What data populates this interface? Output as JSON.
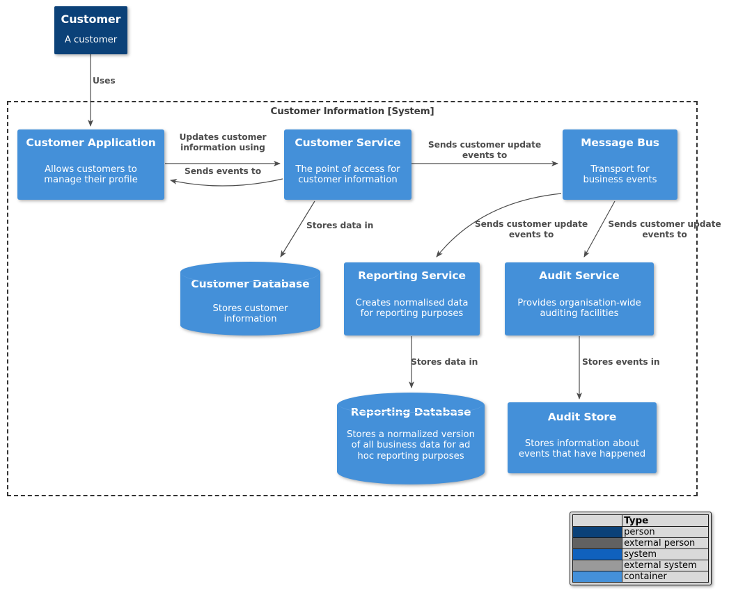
{
  "diagram": {
    "boundary": {
      "label": "Customer Information [System]"
    },
    "nodes": [
      {
        "id": "customer",
        "title": "Customer",
        "desc": "A customer",
        "type": "person"
      },
      {
        "id": "customer-application",
        "title": "Customer Application",
        "desc": "Allows customers to manage their profile",
        "type": "container"
      },
      {
        "id": "customer-service",
        "title": "Customer Service",
        "desc": "The point of access for customer information",
        "type": "container"
      },
      {
        "id": "message-bus",
        "title": "Message Bus",
        "desc": "Transport for business events",
        "type": "container"
      },
      {
        "id": "customer-database",
        "title": "Customer Database",
        "desc": "Stores customer information",
        "type": "database"
      },
      {
        "id": "reporting-service",
        "title": "Reporting Service",
        "desc": "Creates normalised data for reporting purposes",
        "type": "container"
      },
      {
        "id": "audit-service",
        "title": "Audit Service",
        "desc": "Provides organisation-wide auditing facilities",
        "type": "container"
      },
      {
        "id": "reporting-database",
        "title": "Reporting Database",
        "desc": "Stores a normalized version of all business data for ad hoc reporting purposes",
        "type": "database"
      },
      {
        "id": "audit-store",
        "title": "Audit Store",
        "desc": "Stores information about events that have happened",
        "type": "container"
      }
    ],
    "edges": [
      {
        "id": "uses",
        "from": "customer",
        "to": "customer-application",
        "label": "Uses"
      },
      {
        "id": "updates-customer-info",
        "from": "customer-application",
        "to": "customer-service",
        "label": "Updates customer information using"
      },
      {
        "id": "sends-events-to",
        "from": "customer-service",
        "to": "customer-application",
        "label": "Sends events to"
      },
      {
        "id": "sends-updates-to-bus",
        "from": "customer-service",
        "to": "message-bus",
        "label": "Sends customer update events to"
      },
      {
        "id": "stores-data-in-customerdb",
        "from": "customer-service",
        "to": "customer-database",
        "label": "Stores data in"
      },
      {
        "id": "bus-to-reporting",
        "from": "message-bus",
        "to": "reporting-service",
        "label": "Sends customer update events to"
      },
      {
        "id": "bus-to-audit",
        "from": "message-bus",
        "to": "audit-service",
        "label": "Sends customer update events to"
      },
      {
        "id": "reporting-stores-data",
        "from": "reporting-service",
        "to": "reporting-database",
        "label": "Stores data in"
      },
      {
        "id": "audit-stores-events",
        "from": "audit-service",
        "to": "audit-store",
        "label": "Stores events in"
      }
    ]
  },
  "legend": {
    "header_blank": "",
    "header_type": "Type",
    "rows": [
      {
        "label": "person",
        "color": "#0b4178"
      },
      {
        "label": "external person",
        "color": "#616161"
      },
      {
        "label": "system",
        "color": "#1061bd"
      },
      {
        "label": "external system",
        "color": "#9a9a9a"
      },
      {
        "label": "container",
        "color": "#4490d9"
      }
    ]
  },
  "colors": {
    "person": "#0b4178",
    "external_person": "#616161",
    "system": "#1061bd",
    "external_system": "#9a9a9a",
    "container": "#4490d9",
    "edge": "#4d4d4d",
    "boundary": "#333333"
  }
}
